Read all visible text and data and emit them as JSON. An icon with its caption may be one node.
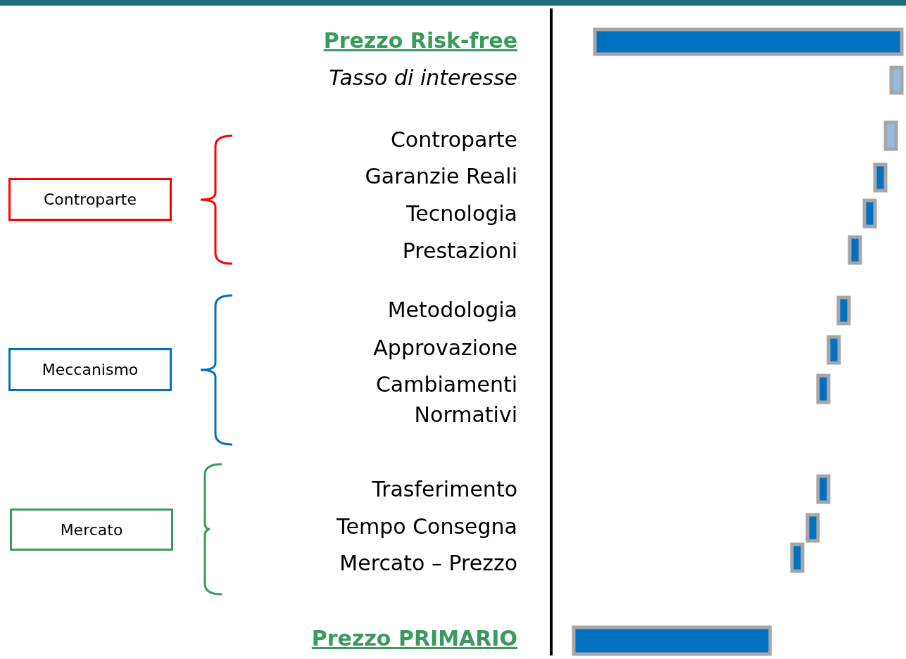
{
  "diagram": {
    "nodes": [
      {
        "text": [
          "Controparte"
        ]
      },
      {
        "text": [
          "Meccanismo"
        ]
      },
      {
        "text": [
          "Mercato"
        ]
      }
    ],
    "labels": [
      "Prezzo Risk-free",
      "Tasso di interesse",
      "Controparte",
      "Garanzie Reali",
      "Tecnologia",
      "Prestazioni",
      "Metodologia",
      "Approvazione",
      "Cambiamenti Normativi",
      "Trasferimento",
      "Tempo Consegna",
      "Mercato – Prezzo",
      "Prezzo PRIMARIO"
    ]
  }
}
